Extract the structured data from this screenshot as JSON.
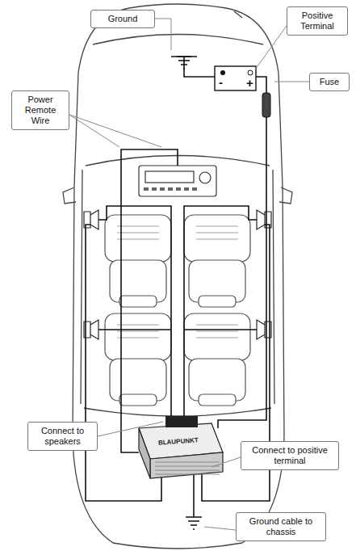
{
  "diagram": {
    "nodes": [
      {
        "text": [
          "Ground"
        ]
      },
      {
        "text": [
          "Positive Terminal"
        ]
      },
      {
        "text": [
          "Fuse"
        ]
      },
      {
        "text": [
          "Power Remote Wire"
        ]
      },
      {
        "text": [
          "Connect to speakers"
        ]
      },
      {
        "text": [
          "Connect to positive terminal"
        ]
      },
      {
        "text": [
          "Ground cable to chassis"
        ]
      }
    ],
    "labels": [
      "-",
      "+",
      "BLAUPUNKT"
    ]
  }
}
